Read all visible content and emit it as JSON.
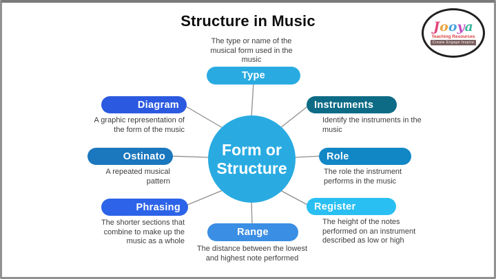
{
  "title": "Structure in Music",
  "logo": {
    "name_letters": [
      {
        "ch": "J",
        "color": "#e0457b"
      },
      {
        "ch": "o",
        "color": "#e8a33d"
      },
      {
        "ch": "o",
        "color": "#4aa3df"
      },
      {
        "ch": "y",
        "color": "#c44fc0"
      },
      {
        "ch": "a",
        "color": "#3bb8a0"
      }
    ],
    "subtitle": "Teaching Resources",
    "tagline": "Create  Engage  Inspire"
  },
  "center": {
    "line1": "Form or",
    "line2": "Structure",
    "color": "#29abe2"
  },
  "connector_color": "#8d8d8d",
  "nodes": {
    "type": {
      "label": "Type",
      "color": "#29abe2",
      "desc": "The type or name of the\nmusical form used in the\nmusic"
    },
    "diagram": {
      "label": "Diagram",
      "color": "#2b59e0",
      "desc": "A graphic representation of\nthe form of the music"
    },
    "instruments": {
      "label": "Instruments",
      "color": "#0d6b86",
      "desc": "Identify the instruments in the\nmusic"
    },
    "ostinato": {
      "label": "Ostinato",
      "color": "#1b77be",
      "desc": "A repeated musical\npattern"
    },
    "role": {
      "label": "Role",
      "color": "#1287c6",
      "desc": "The role the instrument\nperforms in the music"
    },
    "phrasing": {
      "label": "Phrasing",
      "color": "#2c63e8",
      "desc": "The shorter sections that\ncombine to make up the\nmusic as a whole"
    },
    "register": {
      "label": "Register",
      "color": "#29bff2",
      "desc": "The height of the notes\nperformed on an instrument\ndescribed as low or high"
    },
    "range": {
      "label": "Range",
      "color": "#3a8ee4",
      "desc": "The distance between the lowest\nand highest note performed"
    }
  }
}
